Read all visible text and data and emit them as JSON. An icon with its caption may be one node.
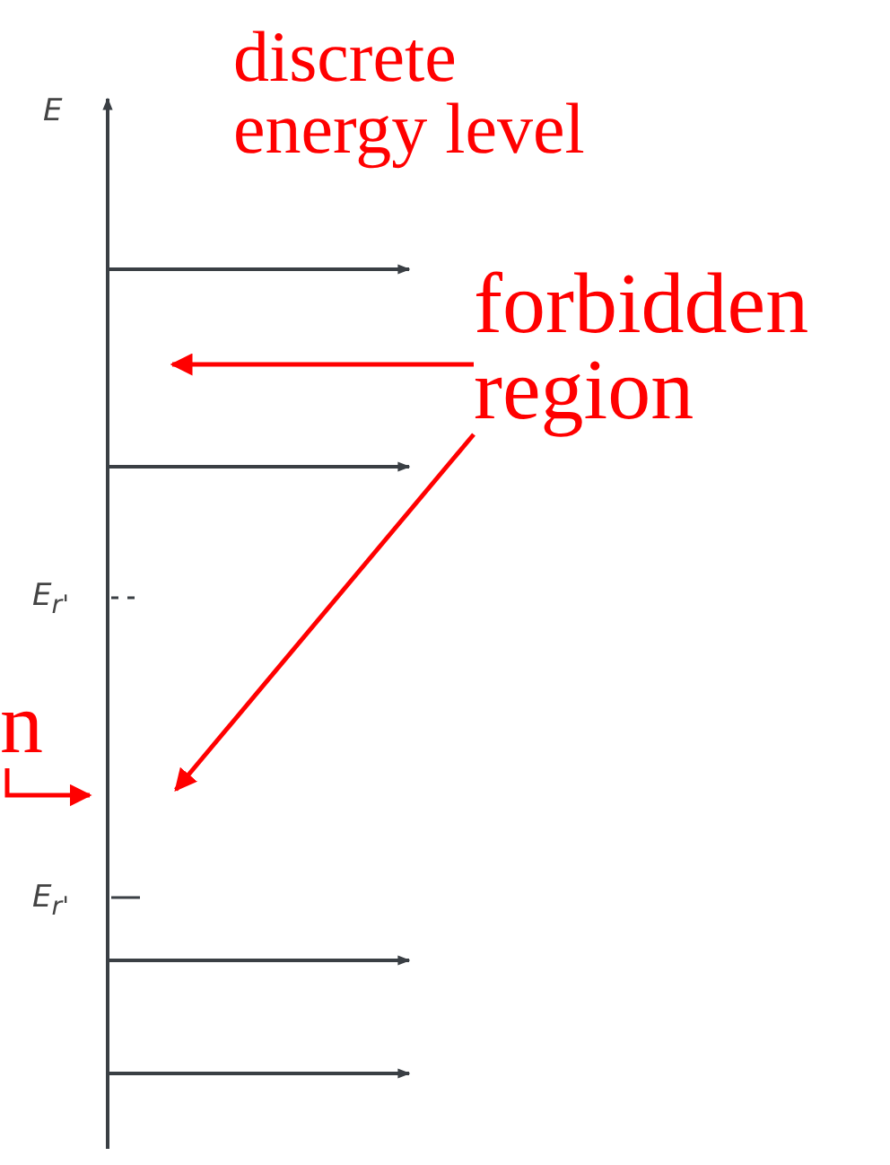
{
  "diagram": {
    "nodes": [
      {
        "text": [
          "discrete energy level"
        ]
      },
      {
        "text": [
          "forbidden region"
        ]
      },
      {
        "text": [
          "n"
        ]
      }
    ],
    "edges": [
      {
        "from": 1,
        "to": null,
        "arrow": "to"
      },
      {
        "from": 1,
        "to": null,
        "arrow": "to"
      },
      {
        "from": 2,
        "to": null,
        "arrow": "to"
      }
    ],
    "labels": [
      "E",
      "E$_{r'}$",
      "E$_{r'}$"
    ]
  }
}
